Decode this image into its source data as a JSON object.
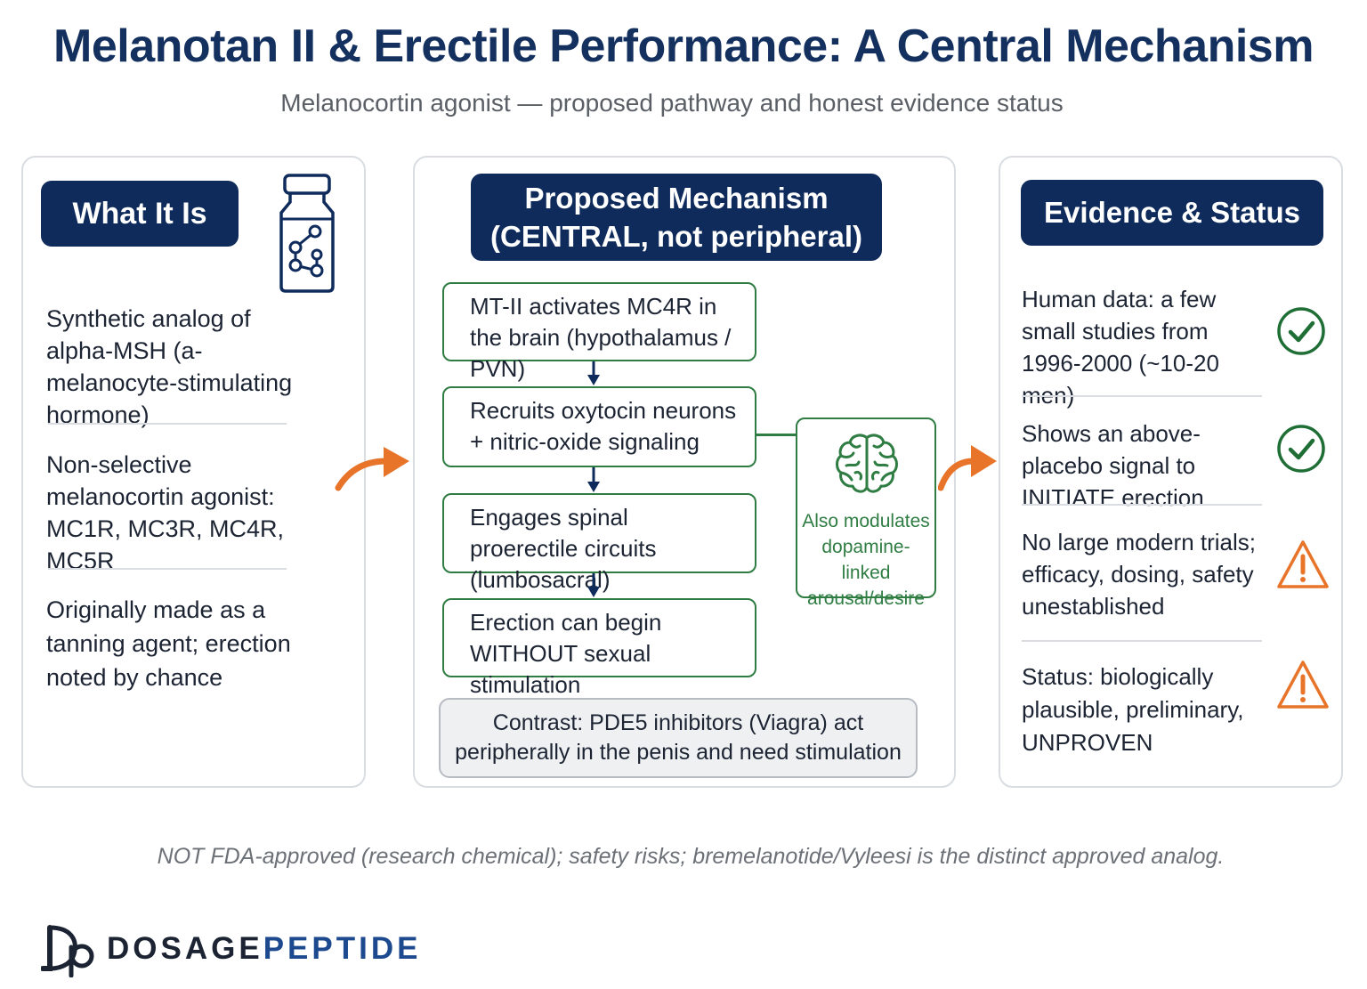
{
  "header": {
    "title": "Melanotan II & Erectile Performance: A Central Mechanism",
    "subtitle": "Melanocortin agonist — proposed pathway and honest evidence status"
  },
  "left_panel": {
    "heading": "What It Is",
    "icon": "vial-molecule-icon",
    "items": [
      "Synthetic analog of alpha-MSH (a-melanocyte-stimulating hormone)",
      "Non-selective melanocortin agonist: MC1R, MC3R, MC4R, MC5R",
      "Originally made as a tanning agent; erection noted by chance"
    ]
  },
  "middle_panel": {
    "heading_line1": "Proposed Mechanism",
    "heading_line2": "(CENTRAL, not peripheral)",
    "steps": [
      "MT-II activates MC4R in the brain (hypothalamus / PVN)",
      "Recruits oxytocin neurons + nitric-oxide signaling",
      "Engages spinal proerectile circuits (lumbosacral)",
      "Erection can begin WITHOUT sexual stimulation"
    ],
    "side_note": "Also modulates dopamine-linked arousal/desire",
    "side_icon": "brain-icon",
    "contrast": "Contrast: PDE5 inhibitors (Viagra) act peripherally in the penis and need stimulation"
  },
  "right_panel": {
    "heading": "Evidence & Status",
    "items": [
      {
        "text": "Human data: a few small studies from 1996-2000 (~10-20 men)",
        "icon": "check-circle-icon"
      },
      {
        "text": "Shows an above-placebo signal to INITIATE erection",
        "icon": "check-circle-icon"
      },
      {
        "text": "No large modern trials; efficacy, dosing, safety unestablished",
        "icon": "warning-triangle-icon"
      },
      {
        "text": "Status: biologically plausible, preliminary, UNPROVEN",
        "icon": "warning-triangle-icon"
      }
    ]
  },
  "footer": {
    "note": "NOT FDA-approved (research chemical); safety risks; bremelanotide/Vyleesi is the distinct approved analog.",
    "brand_part1": "DOSAGE",
    "brand_part2": "PEPTIDE"
  },
  "colors": {
    "navy": "#0f2b5c",
    "green": "#2f7d43",
    "orange": "#e8742a",
    "check": "#1f6e35",
    "border": "#d9dde2"
  }
}
